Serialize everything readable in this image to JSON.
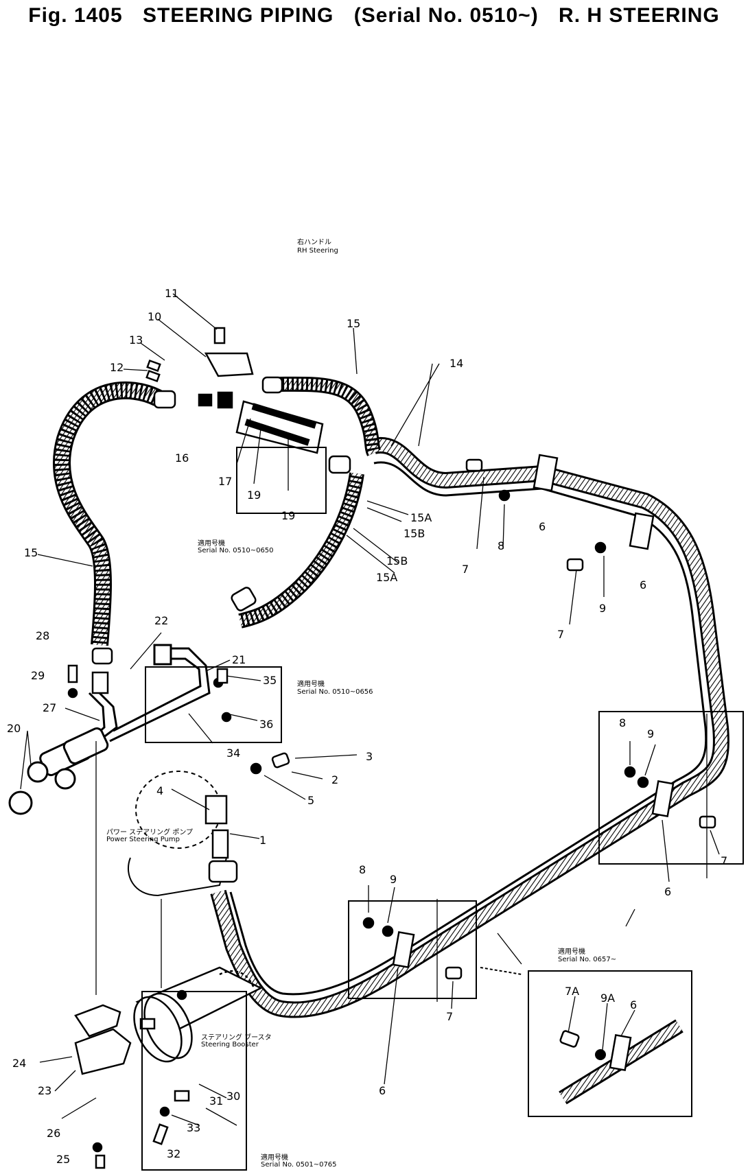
{
  "title": {
    "figure": "Fig. 1405",
    "name": "STEERING PIPING",
    "serial": "(Serial No. 0510~)",
    "variant": "R. H STEERING"
  },
  "notes": {
    "rh_steering_jp": "右ハンドル",
    "rh_steering": "RH Steering",
    "serial_a_jp": "適用号機",
    "serial_a": "Serial No. 0510~0650",
    "serial_b_jp": "適用号機",
    "serial_b": "Serial No. 0510~0656",
    "serial_c_jp": "適用号機",
    "serial_c": "Serial No. 0657~",
    "serial_d_jp": "適用号機",
    "serial_d": "Serial No. 0501~0765",
    "pump_jp": "パワー ステアリング ポンプ",
    "pump": "Power Steering Pump",
    "booster_jp": "ステアリング ブースタ",
    "booster": "Steering Booster"
  },
  "callouts": [
    {
      "id": "c11",
      "text": "11"
    },
    {
      "id": "c10",
      "text": "10"
    },
    {
      "id": "c13",
      "text": "13"
    },
    {
      "id": "c12",
      "text": "12"
    },
    {
      "id": "c16",
      "text": "16"
    },
    {
      "id": "c17",
      "text": "17"
    },
    {
      "id": "c19a",
      "text": "19"
    },
    {
      "id": "c19b",
      "text": "19"
    },
    {
      "id": "c15top",
      "text": "15"
    },
    {
      "id": "c14",
      "text": "14"
    },
    {
      "id": "c15a1",
      "text": "15A"
    },
    {
      "id": "c15b1",
      "text": "15B"
    },
    {
      "id": "c15b2",
      "text": "15B"
    },
    {
      "id": "c15a2",
      "text": "15A"
    },
    {
      "id": "c15left",
      "text": "15"
    },
    {
      "id": "c7a",
      "text": "7"
    },
    {
      "id": "c8a",
      "text": "8"
    },
    {
      "id": "c6a",
      "text": "6"
    },
    {
      "id": "c6b",
      "text": "6"
    },
    {
      "id": "c9a",
      "text": "9"
    },
    {
      "id": "c7b",
      "text": "7"
    },
    {
      "id": "c28",
      "text": "28"
    },
    {
      "id": "c29",
      "text": "29"
    },
    {
      "id": "c22",
      "text": "22"
    },
    {
      "id": "c21",
      "text": "21"
    },
    {
      "id": "c35",
      "text": "35"
    },
    {
      "id": "c36",
      "text": "36"
    },
    {
      "id": "c34",
      "text": "34"
    },
    {
      "id": "c27",
      "text": "27"
    },
    {
      "id": "c20",
      "text": "20"
    },
    {
      "id": "c3",
      "text": "3"
    },
    {
      "id": "c2",
      "text": "2"
    },
    {
      "id": "c5a",
      "text": "5"
    },
    {
      "id": "c4",
      "text": "4"
    },
    {
      "id": "c1",
      "text": "1"
    },
    {
      "id": "c8b",
      "text": "8"
    },
    {
      "id": "c9b",
      "text": "9"
    },
    {
      "id": "c7c",
      "text": "7"
    },
    {
      "id": "c6c",
      "text": "6"
    },
    {
      "id": "c8c",
      "text": "8"
    },
    {
      "id": "c9c",
      "text": "9"
    },
    {
      "id": "c7d",
      "text": "7"
    },
    {
      "id": "c6d",
      "text": "6"
    },
    {
      "id": "c7A",
      "text": "7A"
    },
    {
      "id": "c9A",
      "text": "9A"
    },
    {
      "id": "c6e",
      "text": "6"
    },
    {
      "id": "c24",
      "text": "24"
    },
    {
      "id": "c23",
      "text": "23"
    },
    {
      "id": "c26",
      "text": "26"
    },
    {
      "id": "c25",
      "text": "25"
    },
    {
      "id": "c30",
      "text": "30"
    },
    {
      "id": "c31",
      "text": "31"
    },
    {
      "id": "c33",
      "text": "33"
    },
    {
      "id": "c32",
      "text": "32"
    }
  ]
}
